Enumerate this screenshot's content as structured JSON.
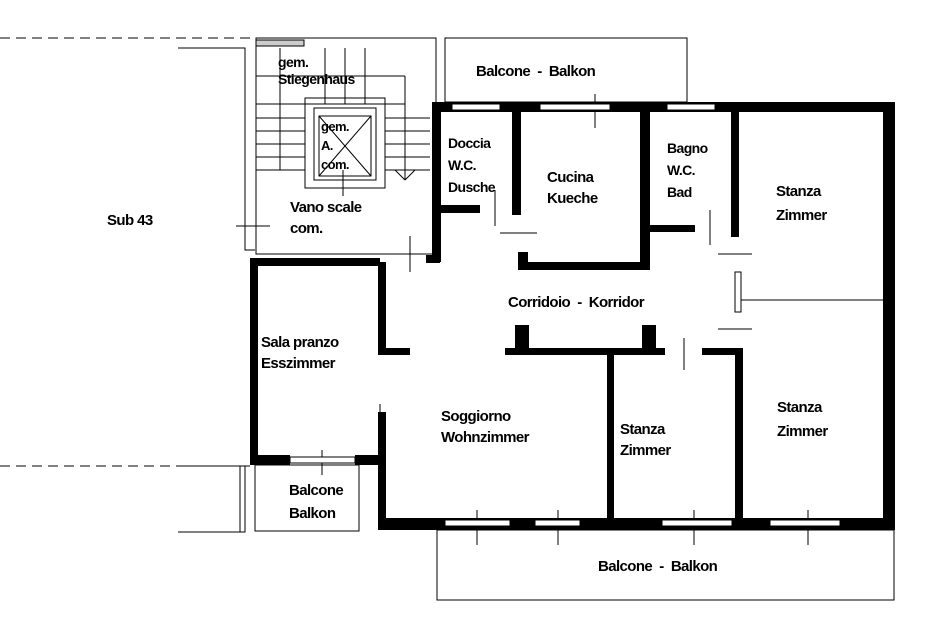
{
  "labels": {
    "stair_top": "gem.\nStiegenhaus",
    "elevator": "gem.\nA.\ncom.",
    "stair_com": "Vano scale\ncom.",
    "sub": "Sub 43",
    "balcony_top": "Balcone  -  Balkon",
    "doccia": "Doccia\nW.C.\nDusche",
    "cucina": "Cucina\nKueche",
    "bagno": "Bagno\nW.C.\nBad",
    "stanza_ne": "Stanza\nZimmer",
    "corridoio": "Corridoio  -  Korridor",
    "sala": "Sala pranzo\nEsszimmer",
    "soggiorno": "Soggiorno\nWohnzimmer",
    "stanza_s": "Stanza\nZimmer",
    "stanza_se": "Stanza\nZimmer",
    "balcony_small": "Balcone\nBalkon",
    "balcony_bottom": "Balcone  -  Balkon"
  }
}
